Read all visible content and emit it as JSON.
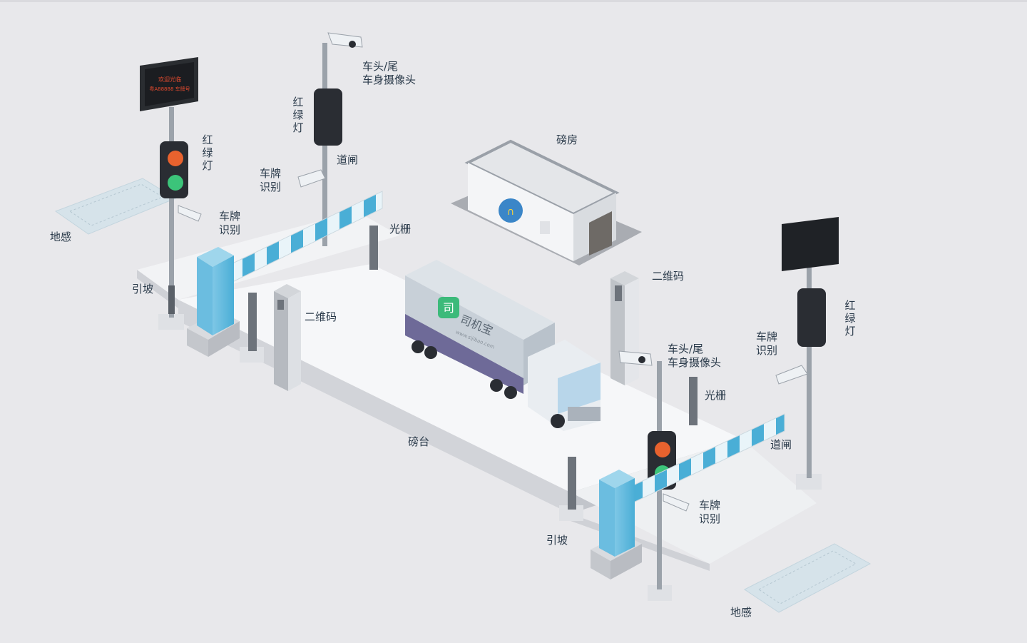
{
  "labels": {
    "ground_sensor": "地感",
    "ramp": "引坡",
    "traffic_light_v": [
      "红",
      "绿",
      "灯"
    ],
    "plate_recognition": [
      "车牌",
      "识别"
    ],
    "head_tail_camera": [
      "车头/尾",
      "车身摄像头"
    ],
    "barrier_gate": "道闸",
    "light_curtain": "光栅",
    "qr_code": "二维码",
    "weigh_room": "磅房",
    "weigh_platform": "磅台"
  },
  "led_screen": {
    "line1": "欢迎光临",
    "line2": "粤A88888 车牌号"
  },
  "truck": {
    "brand": "司机宝",
    "url": "www.sijibao.com"
  },
  "colors": {
    "accent": "#4aaed6",
    "light_red": "#e8622e",
    "light_green": "#3cc47a",
    "bg": "#e8e8eb"
  }
}
